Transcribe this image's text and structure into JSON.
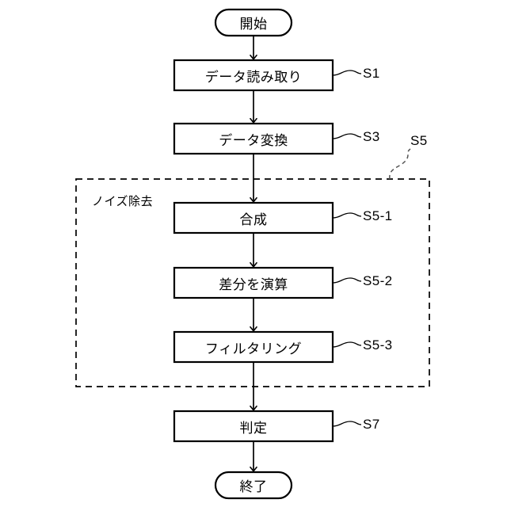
{
  "diagram": {
    "type": "flowchart",
    "orientation": "vertical",
    "language": "ja",
    "background_color": "#ffffff",
    "stroke_color": "#000000"
  },
  "nodes": {
    "start": {
      "label": "開始",
      "shape": "terminal"
    },
    "read_data": {
      "label": "データ読み取り",
      "shape": "process",
      "tag": "S1"
    },
    "convert_data": {
      "label": "データ変換",
      "shape": "process",
      "tag": "S3"
    },
    "synthesize": {
      "label": "合成",
      "shape": "process",
      "tag": "S5-1"
    },
    "compute_difference": {
      "label": "差分を演算",
      "shape": "process",
      "tag": "S5-2"
    },
    "filtering": {
      "label": "フィルタリング",
      "shape": "process",
      "tag": "S5-3"
    },
    "judge": {
      "label": "判定",
      "shape": "process",
      "tag": "S7"
    },
    "end": {
      "label": "終了",
      "shape": "terminal"
    }
  },
  "group": {
    "caption": "ノイズ除去",
    "tag": "S5",
    "border_style": "dashed"
  },
  "tags": {
    "s1": "S1",
    "s3": "S3",
    "s5": "S5",
    "s5_1": "S5-1",
    "s5_2": "S5-2",
    "s5_3": "S5-3",
    "s7": "S7"
  }
}
